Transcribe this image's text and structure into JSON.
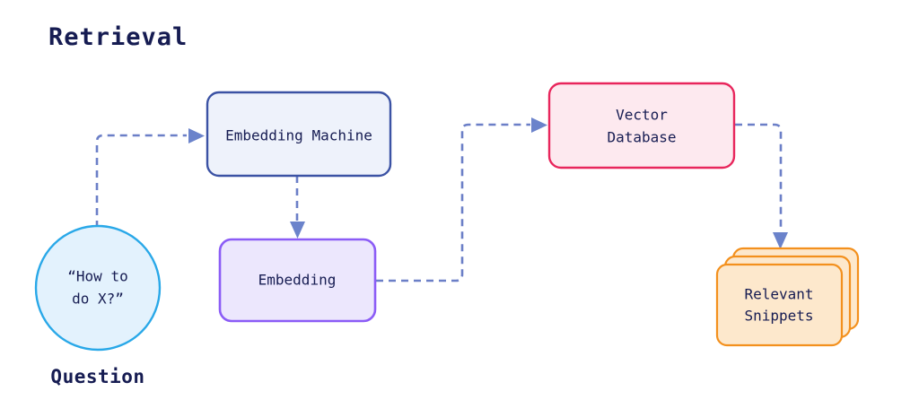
{
  "diagram": {
    "title": "Retrieval",
    "background_color": "#ffffff",
    "title_color": "#161c52",
    "edge_color": "#6b7fc7",
    "nodes": {
      "question": {
        "label_line1": "“How to",
        "label_line2": "do X?”",
        "outer_label": "Question",
        "shape": "circle",
        "fill": "#e3f2fd",
        "stroke": "#29a8e8"
      },
      "embedding_machine": {
        "label": "Embedding Machine",
        "shape": "rounded-rect",
        "fill": "#eef2fb",
        "stroke": "#3b52a4"
      },
      "embedding": {
        "label": "Embedding",
        "shape": "rounded-rect",
        "fill": "#ece7fd",
        "stroke": "#8b5cf6"
      },
      "vector_database": {
        "label_line1": "Vector",
        "label_line2": "Database",
        "shape": "rounded-rect",
        "fill": "#fde9ef",
        "stroke": "#e8265c"
      },
      "relevant_snippets": {
        "label_line1": "Relevant",
        "label_line2": "Snippets",
        "shape": "card-stack",
        "card_count": 3,
        "fill": "#fde8cc",
        "stroke": "#f3901d"
      }
    },
    "edges": [
      {
        "from": "question",
        "to": "embedding_machine",
        "style": "dashed",
        "arrow": true
      },
      {
        "from": "embedding_machine",
        "to": "embedding",
        "style": "dashed",
        "arrow": true
      },
      {
        "from": "embedding",
        "to": "vector_database",
        "style": "dashed",
        "arrow": true
      },
      {
        "from": "vector_database",
        "to": "relevant_snippets",
        "style": "dashed",
        "arrow": true
      }
    ]
  }
}
